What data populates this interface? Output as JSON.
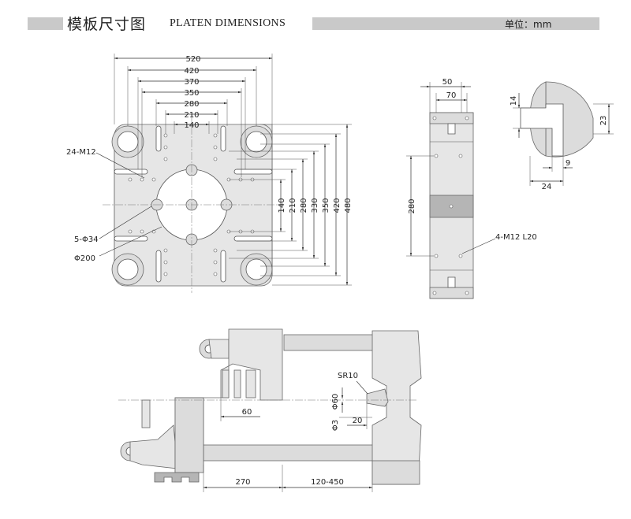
{
  "header": {
    "title_cn": "模板尺寸图",
    "title_en": "PLATEN DIMENSIONS",
    "unit": "单位：mm"
  },
  "platen_front": {
    "top_dims": [
      "520",
      "420",
      "370",
      "350",
      "280",
      "210",
      "140"
    ],
    "right_dims": [
      "140",
      "210",
      "280",
      "330",
      "350",
      "420",
      "480"
    ],
    "labels": {
      "tapped_holes": "24-M12",
      "bore_holes": "5-Φ34",
      "center_circle": "Φ200"
    }
  },
  "platen_side": {
    "dims": [
      "50",
      "70",
      "280"
    ],
    "label": "4-M12 L20"
  },
  "slot_detail": {
    "dims": [
      "14",
      "23",
      "9",
      "24"
    ]
  },
  "clamp_side": {
    "labels": {
      "sphere_radius": "SR10",
      "nozzle_dia": "Φ60",
      "orifice_dia": "Φ3"
    },
    "dims": [
      "60",
      "20",
      "270",
      "120-450"
    ]
  },
  "colors": {
    "part_fill": "#dcdcdc",
    "header_bar": "#c9c9c9"
  }
}
